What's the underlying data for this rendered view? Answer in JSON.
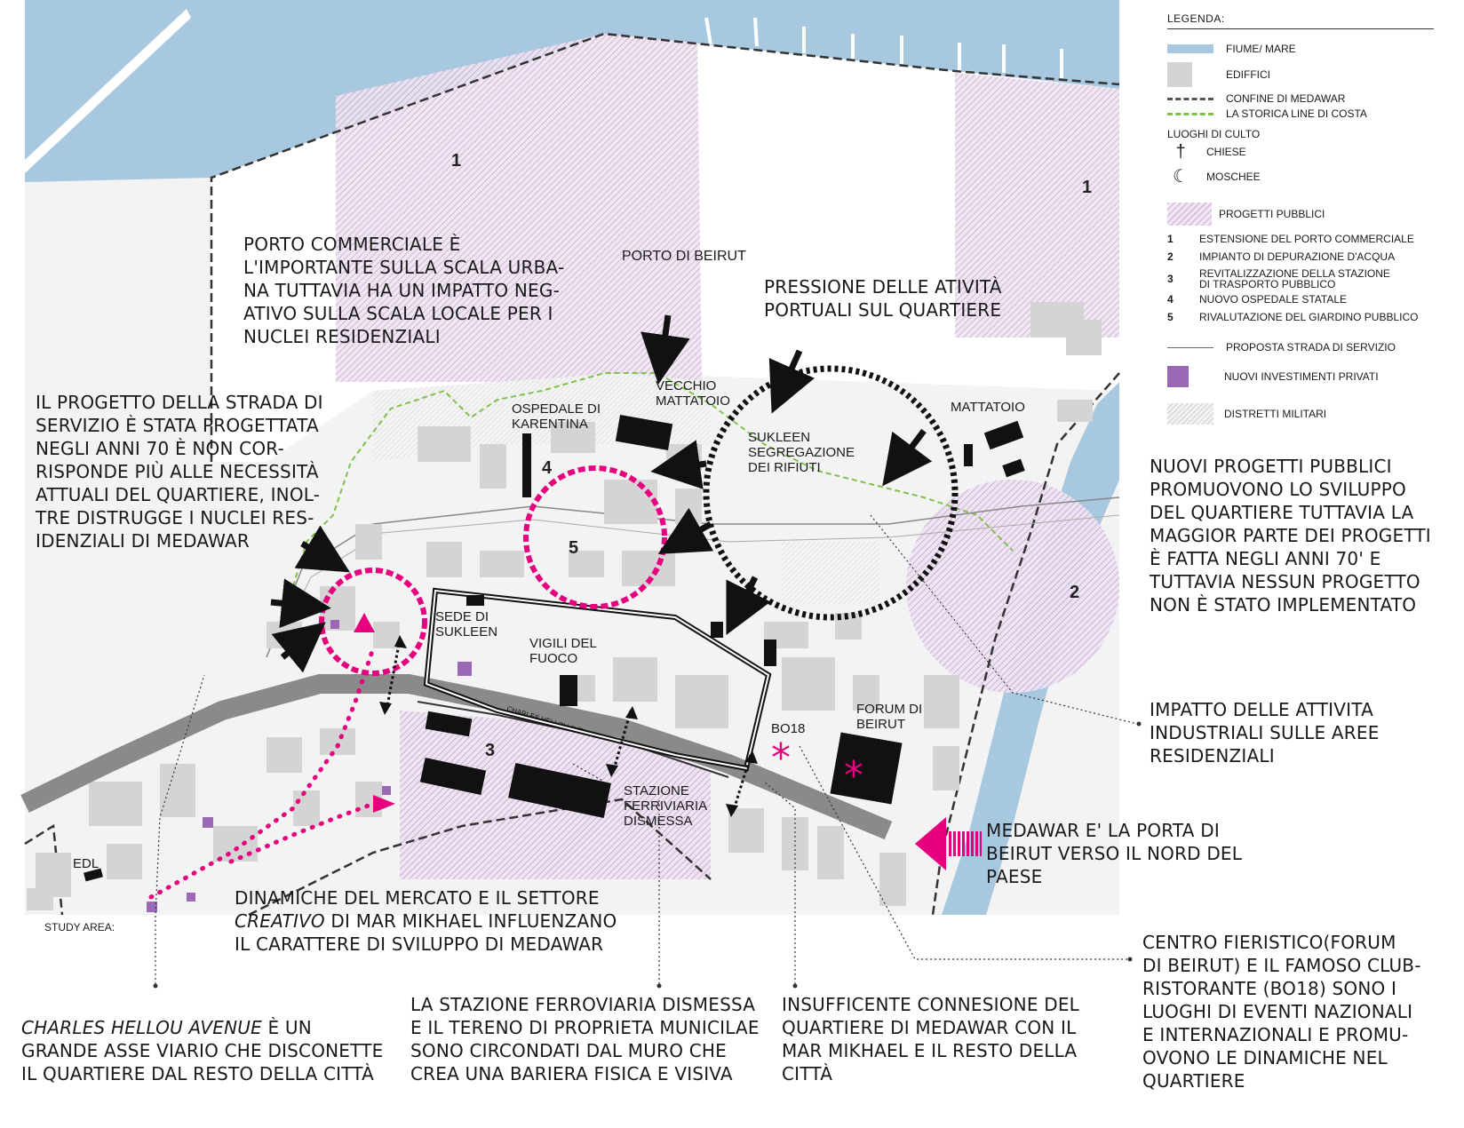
{
  "annotations": {
    "porto_commerciale": "PORTO COMMERCIALE È\nL'IMPORTANTE SULLA SCALA URBA-\nNA TUTTAVIA HA UN IMPATTO NEG-\nATIVO SULLA SCALA LOCALE PER I\nNUCLEI RESIDENZIALI",
    "pressione": "PRESSIONE DELLE ATIVITÀ\nPORTUALI SUL QUARTIERE",
    "strada_servizio": "IL PROGETTO DELLA STRADA DI\nSERVIZIO È STATA PROGETTATA\nNEGLI ANNI 70 È NON COR-\nRISPONDE PIÙ ALLE NECESSITÀ\nATTUALI DEL QUARTIERE, INOL-\nTRE DISTRUGGE I NUCLEI RES-\nIDENZIALI DI MEDAWAR",
    "nuovi_progetti": "NUOVI PROGETTI PUBBLICI\nPROMUOVONO LO SVILUPPO\nDEL  QUARTIERE TUTTAVIA LA\nMAGGIOR PARTE DEI PROGETTI\nÈ FATTA NEGLI ANNI 70' E\nTUTTAVIA NESSUN PROGETTO\nNON È STATO IMPLEMENTATO",
    "impatto": "IMPATTO DELLE ATTIVITA\nINDUSTRIALI SULLE AREE\nRESIDENZIALI",
    "medawar_porta": "MEDAWAR E' LA PORTA DI\nBEIRUT VERSO IL NORD DEL\nPAESE",
    "dinamiche_1": "DINAMICHE DEL MERCATO E IL SETTORE",
    "dinamiche_2_it": "CREATIVO",
    "dinamiche_2_rest": " DI MAR MIKHAEL INFLUENZANO",
    "dinamiche_3": "IL CARATTERE DI SVILUPPO DI MEDAWAR",
    "charles_it": "CHARLES HELLOU AVENUE",
    "charles_rest": " È UN",
    "charles_2": "GRANDE ASSE VIARIO CHE DISCONETTE\nIL QUARTIERE DAL RESTO DELLA CITTÀ",
    "stazione": "LA STAZIONE FERROVIARIA DISMESSA\nE IL TERENO DI PROPRIETA MUNICILAE\nSONO CIRCONDATI DAL MURO CHE\nCREA UNA BARIERA FISICA E VISIVA",
    "insufficente": "INSUFFICENTE CONNESIONE DEL\nQUARTIERE DI MEDAWAR CON IL\nMAR MIKHAEL E IL RESTO DELLA\nCITTÀ",
    "centro": "CENTRO FIERISTICO(FORUM\nDI BEIRUT) E IL FAMOSO CLUB-\nRISTORANTE (BO18) SONO I\nLUOGHI DI EVENTI NAZIONALI\nE INTERNAZIONALI E PROMU-\nOVONO LE DINAMICHE NEL\nQUARTIERE"
  },
  "map_labels": {
    "porto_di_beirut": "PORTO DI BEIRUT",
    "vecchio_mattatoio": "VECCHIO\nMATTATOIO",
    "ospedale": "OSPEDALE DI\nKARENTINA",
    "mattatoio": "MATTATOIO",
    "sukleen_segregazione": "SUKLEEN\nSEGREGAZIONE\nDEI RIFIUTI",
    "sede_sukleen": "SEDE DI\nSUKLEEN",
    "vigili": "VIGILI DEL\nFUOCO",
    "bo18": "BO18",
    "forum": "FORUM DI\nBEIRUT",
    "stazione_ferriviaria": "STAZIONE\nFERRIVIARIA\nDISMESSA",
    "avenue": "CHARLES HELLOU AVENUE",
    "edl": "EDL",
    "study_area": "STUDY AREA:"
  },
  "area_numbers": [
    "1",
    "1",
    "2",
    "3",
    "4",
    "5"
  ],
  "legend": {
    "title": "LEGENDA:",
    "fiume_mare": "FIUME/ MARE",
    "edifici": "EDIFFICI",
    "confine": "CONFINE DI MEDAWAR",
    "storica": "LA STORICA LINE DI COSTA",
    "luoghi_culto": "LUOGHI DI CULTO",
    "chiese": "CHIESE",
    "chiese_icon": "†",
    "moschee": "MOSCHEE",
    "moschee_icon": "☾",
    "progetti_pubblici": "PROGETTI PUBBLICI",
    "projects": [
      {
        "n": "1",
        "label": "ESTENSIONE DEL PORTO COMMERCIALE"
      },
      {
        "n": "2",
        "label": "IMPIANTO DI DEPURAZIONE D'ACQUA"
      },
      {
        "n": "3",
        "label": "REVITALIZZAZIONE DELLA STAZIONE\nDI TRASPORTO PUBBLICO"
      },
      {
        "n": "4",
        "label": "NUOVO OSPEDALE STATALE"
      },
      {
        "n": "5",
        "label": "RIVALUTAZIONE DEL GIARDINO PUBBLICO"
      }
    ],
    "proposta": "PROPOSTA STRADA DI SERVIZIO",
    "nuovi_investimenti": "NUOVI INVESTIMENTI PRIVATI",
    "distretti": "DISTRETTI MILITARI"
  },
  "colors": {
    "water": "#a8c8e0",
    "building": "#d4d4d4",
    "public_project": "#d9c3e0",
    "magenta": "#e6007e",
    "private_investment": "#9b68b5",
    "road": "#8a8a8a"
  }
}
